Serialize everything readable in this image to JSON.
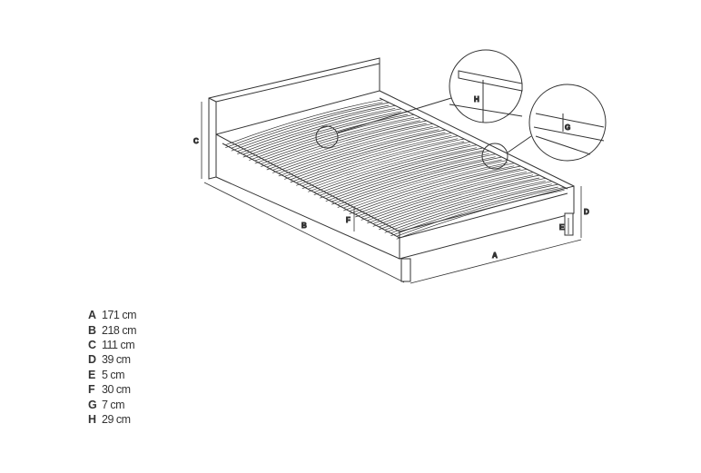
{
  "diagram": {
    "dimension_labels": [
      "A",
      "B",
      "C",
      "D",
      "E",
      "F",
      "G",
      "H"
    ]
  },
  "legend": [
    {
      "key": "A",
      "value": "171 cm"
    },
    {
      "key": "B",
      "value": "218 cm"
    },
    {
      "key": "C",
      "value": "111 cm"
    },
    {
      "key": "D",
      "value": "39 cm"
    },
    {
      "key": "E",
      "value": "5 cm"
    },
    {
      "key": "F",
      "value": "30 cm"
    },
    {
      "key": "G",
      "value": "7 cm"
    },
    {
      "key": "H",
      "value": "29 cm"
    }
  ]
}
